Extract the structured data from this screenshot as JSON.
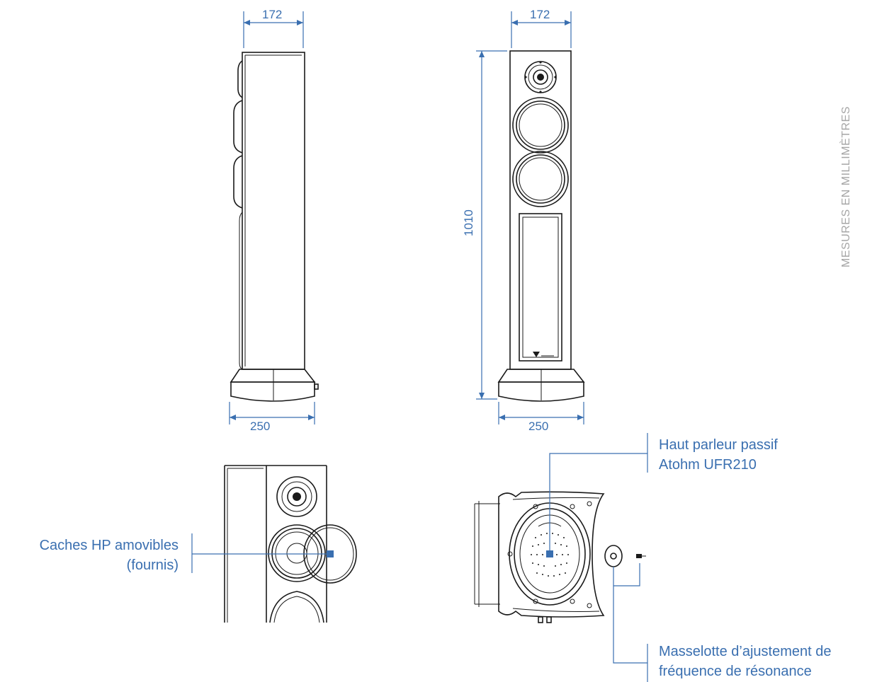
{
  "side_note": "MESURES EN MILLIMÈTRES",
  "dimensions": {
    "side_width": "172",
    "front_width": "172",
    "height": "1010",
    "side_base": "250",
    "front_base": "250"
  },
  "callouts": {
    "passive_speaker": [
      "Haut parleur passif",
      "Atohm UFR210"
    ],
    "covers": [
      "Caches HP amovibles",
      "(fournis)"
    ],
    "resonance": [
      "Masselotte d’ajustement de",
      "fréquence de résonance"
    ]
  },
  "colors": {
    "accent": "#3a6fb0",
    "line": "#1a1a1a",
    "muted": "#a6a6a6"
  }
}
